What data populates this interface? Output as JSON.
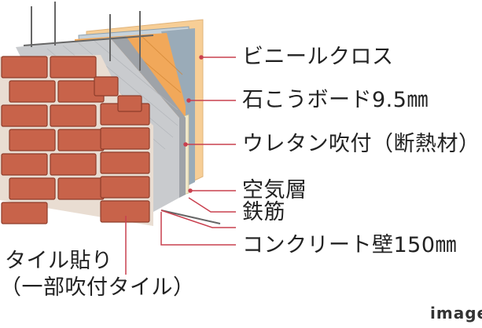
{
  "diagram": {
    "layers": [
      {
        "key": "vinyl",
        "label": "ビニールクロス"
      },
      {
        "key": "gypsum",
        "label": "石こうボード9.5㎜"
      },
      {
        "key": "urethane",
        "label": "ウレタン吹付（断熱材）"
      },
      {
        "key": "air",
        "label": "空気層"
      },
      {
        "key": "rebar",
        "label": "鉄筋"
      },
      {
        "key": "concrete",
        "label": "コンクリート壁150㎜"
      }
    ],
    "tile_label_line1": "タイル貼り",
    "tile_label_line2": "（一部吹付タイル）",
    "image_note": "image"
  },
  "colors": {
    "leader": "#c9404f",
    "brick": "#c8634a",
    "brick_dark": "#8e3d2b",
    "mortar": "#e9ddd2",
    "concrete": "#c9cbce",
    "concrete_dark": "#9fa3a8",
    "insulation": "#f1a85a",
    "board": "#9aabb8",
    "vinyl": "#f7ce96",
    "rebar": "#666666"
  }
}
